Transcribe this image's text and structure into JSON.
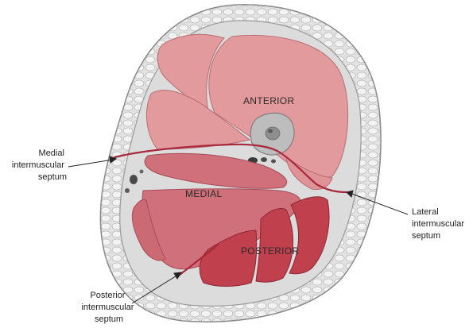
{
  "compartments": {
    "anterior": "ANTERIOR",
    "medial": "MEDIAL",
    "posterior": "POSTERIOR"
  },
  "labels": {
    "medial_septum": [
      "Medial",
      "intermuscular",
      "septum"
    ],
    "lateral_septum": [
      "Lateral",
      "intermuscular",
      "septum"
    ],
    "posterior_septum": [
      "Posterior",
      "intermuscular",
      "septum"
    ]
  },
  "colors": {
    "anterior_muscle": "#e29a9c",
    "medial_muscle": "#d0707a",
    "posterior_muscle": "#c0404e",
    "fascia": "#d8d8d8",
    "septum": "#a8283c",
    "bone": "#bdbdbd"
  }
}
